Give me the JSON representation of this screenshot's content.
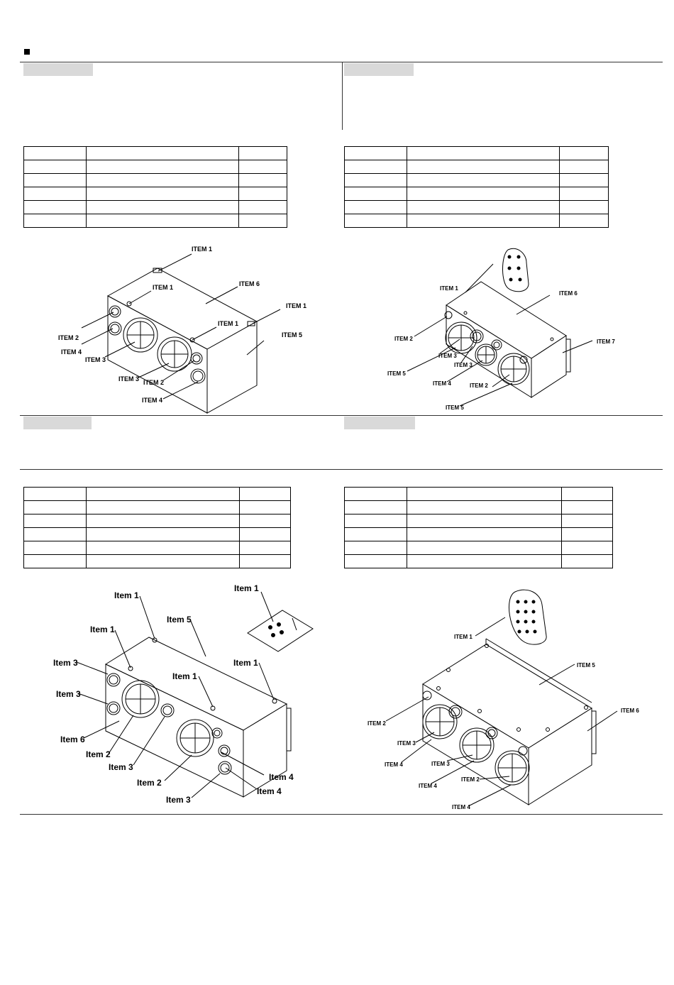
{
  "page": {
    "sections": [
      {
        "id": "kit-a",
        "tag": "",
        "table": {
          "rows": [
            [
              "",
              "",
              ""
            ],
            [
              "",
              "",
              ""
            ],
            [
              "",
              "",
              ""
            ],
            [
              "",
              "",
              ""
            ],
            [
              "",
              "",
              ""
            ],
            [
              "",
              "",
              ""
            ]
          ]
        },
        "callouts": [
          "ITEM 1",
          "ITEM 1",
          "ITEM 6",
          "ITEM 1",
          "ITEM 1",
          "ITEM 5",
          "ITEM 2",
          "ITEM 4",
          "ITEM 3",
          "ITEM 3",
          "ITEM 2",
          "ITEM 4"
        ]
      },
      {
        "id": "kit-b",
        "tag": "",
        "table": {
          "rows": [
            [
              "",
              "",
              ""
            ],
            [
              "",
              "",
              ""
            ],
            [
              "",
              "",
              ""
            ],
            [
              "",
              "",
              ""
            ],
            [
              "",
              "",
              ""
            ],
            [
              "",
              "",
              ""
            ]
          ]
        },
        "callouts": [
          "ITEM 1",
          "ITEM 6",
          "ITEM 7",
          "ITEM 2",
          "ITEM 3",
          "ITEM 3",
          "ITEM 5",
          "ITEM 4",
          "ITEM 2",
          "ITEM 5"
        ]
      },
      {
        "id": "kit-c",
        "tag": "",
        "table": {
          "rows": [
            [
              "",
              "",
              ""
            ],
            [
              "",
              "",
              ""
            ],
            [
              "",
              "",
              ""
            ],
            [
              "",
              "",
              ""
            ],
            [
              "",
              "",
              ""
            ],
            [
              "",
              "",
              ""
            ]
          ]
        },
        "callouts": [
          "Item 1",
          "Item 1",
          "Item 5",
          "Item 1",
          "Item 3",
          "Item 1",
          "Item 1",
          "Item 3",
          "Item 6",
          "Item 2",
          "Item 3",
          "Item 2",
          "Item 3",
          "Item 4",
          "Item 4"
        ]
      },
      {
        "id": "kit-d",
        "tag": "",
        "table": {
          "rows": [
            [
              "",
              "",
              ""
            ],
            [
              "",
              "",
              ""
            ],
            [
              "",
              "",
              ""
            ],
            [
              "",
              "",
              ""
            ],
            [
              "",
              "",
              ""
            ],
            [
              "",
              "",
              ""
            ]
          ]
        },
        "callouts": [
          "ITEM 1",
          "ITEM 5",
          "ITEM 6",
          "ITEM 2",
          "ITEM 3",
          "ITEM 4",
          "ITEM 3",
          "ITEM 4",
          "ITEM 2",
          "ITEM 4"
        ]
      }
    ]
  }
}
